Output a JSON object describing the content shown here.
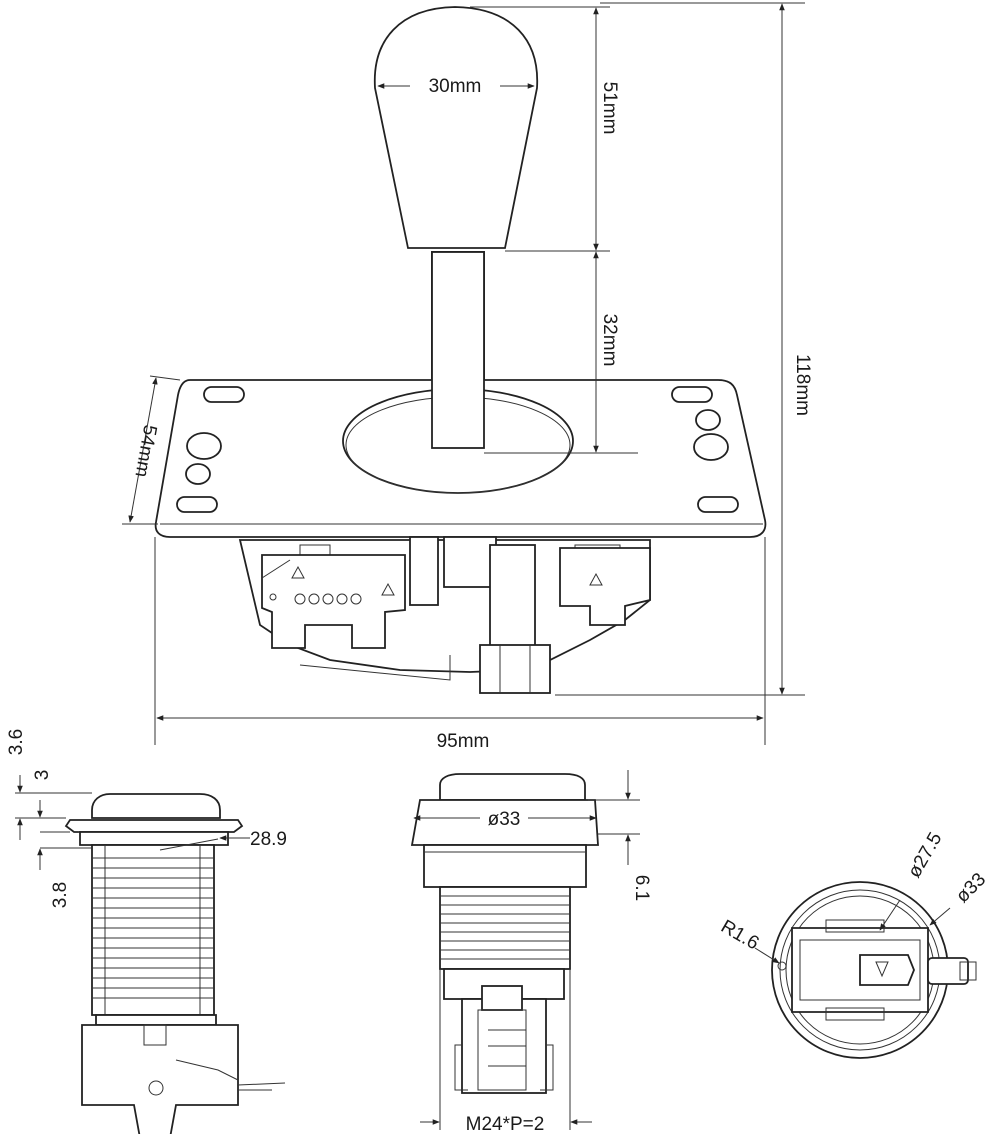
{
  "joystick": {
    "ball_width": "30mm",
    "ball_height": "51mm",
    "shaft_length": "32mm",
    "total_height": "118mm",
    "plate_depth": "54mm",
    "plate_width": "95mm"
  },
  "button_side": {
    "dim_top": "3.6",
    "dim_second": "3",
    "dim_flange": "28.9",
    "dim_lower": "3.8"
  },
  "button_front": {
    "diameter": "ø33",
    "height": "6.1",
    "thread": "M24*P=2"
  },
  "button_bottom": {
    "inner_diameter": "ø27.5",
    "outer_diameter": "ø33",
    "radius": "R1.6"
  }
}
